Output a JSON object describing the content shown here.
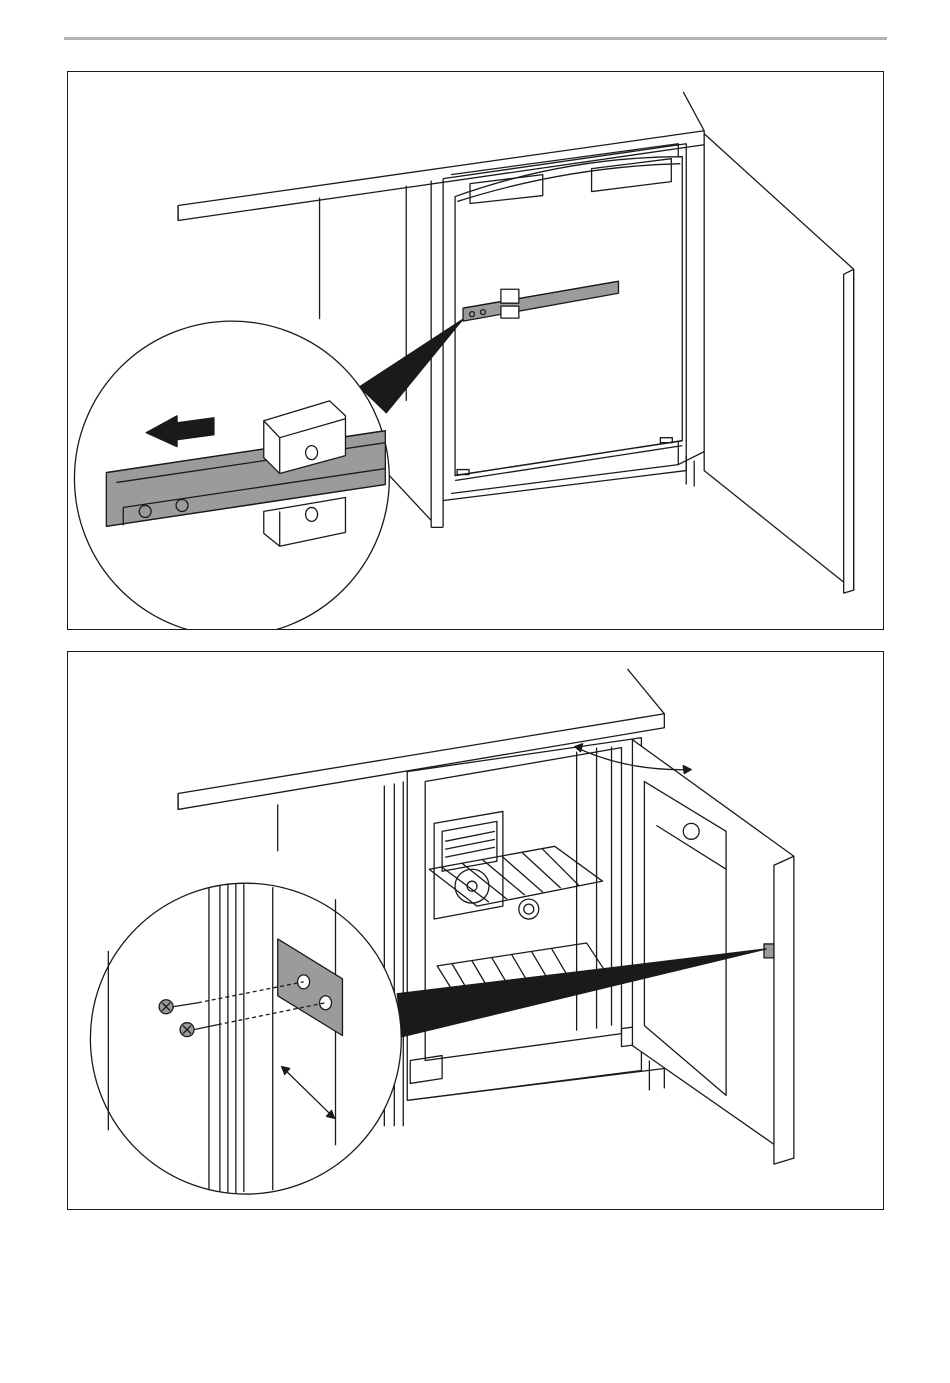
{
  "page": {
    "header_rule": true
  },
  "figures": [
    {
      "id": "fig-top",
      "content": "line-drawing"
    },
    {
      "id": "fig-bottom",
      "content": "line-drawing"
    }
  ],
  "colors": {
    "line": "#1a1a1a",
    "rail_gray": "#9b9b9b",
    "rule_gray": "#b3b3b3",
    "fill_white": "#ffffff"
  }
}
